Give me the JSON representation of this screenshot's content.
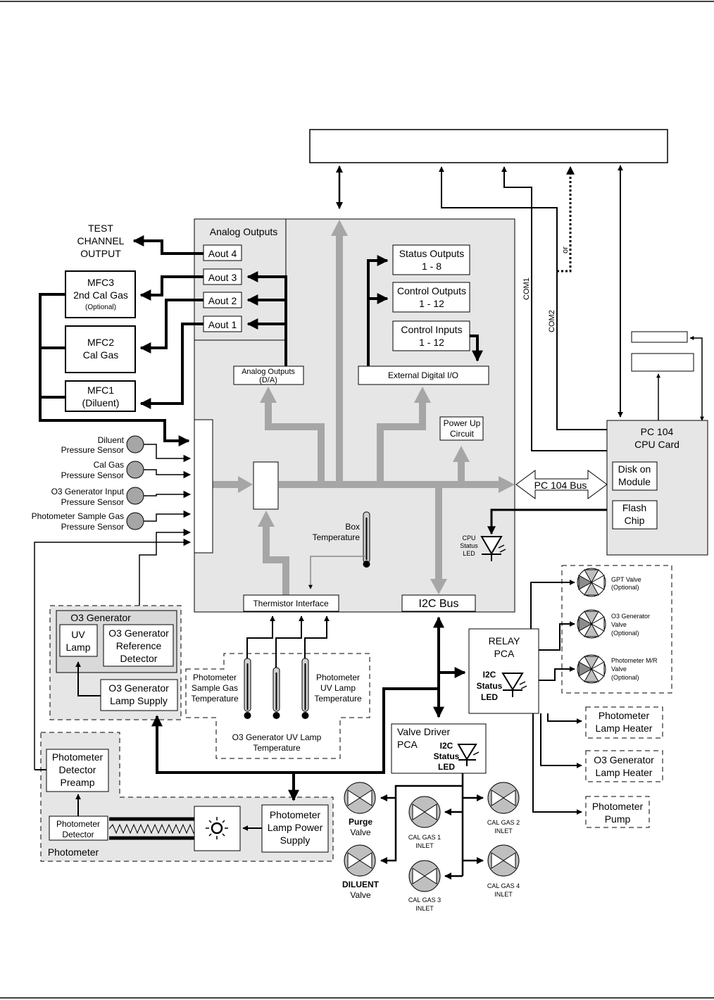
{
  "colors": {
    "bus_gray": "#a6a6a6",
    "panel_gray": "#e6e6e6",
    "box_gray": "#d9d9d9",
    "line": "#000000"
  },
  "top_box": {
    "text": ""
  },
  "outputs": {
    "test_channel": [
      "TEST",
      "CHANNEL",
      "OUTPUT"
    ],
    "mfc3": [
      "MFC3",
      "2nd Cal Gas",
      "(Optional)"
    ],
    "mfc2": [
      "MFC2",
      "Cal Gas"
    ],
    "mfc1": [
      "MFC1",
      "(Diluent)"
    ]
  },
  "analog_outputs": {
    "title": "Analog Outputs",
    "aout4": "Aout 4",
    "aout3": "Aout 3",
    "aout2": "Aout 2",
    "aout1": "Aout 1",
    "da": [
      "Analog Outputs",
      "(D/A)"
    ]
  },
  "digital_io": {
    "status_outputs": [
      "Status Outputs",
      "1 - 8"
    ],
    "control_outputs": [
      "Control Outputs",
      "1 - 12"
    ],
    "control_inputs": [
      "Control Inputs",
      "1 - 12"
    ],
    "external": "External Digital I/O"
  },
  "power_up": [
    "Power Up",
    "Circuit"
  ],
  "sensors": {
    "diluent": [
      "Diluent",
      "Pressure Sensor"
    ],
    "cal_gas": [
      "Cal Gas",
      "Pressure Sensor"
    ],
    "o3_input": [
      "O3 Generator Input",
      "Pressure Sensor"
    ],
    "photometer_sample": [
      "Photometer Sample Gas",
      "Pressure Sensor"
    ]
  },
  "box_temperature": [
    "Box",
    "Temperature"
  ],
  "thermistor_interface": "Thermistor Interface",
  "i2c_bus": "I2C Bus",
  "com": {
    "com1": "COM1",
    "com2": "COM2",
    "or": "or"
  },
  "pc104_card": {
    "title": [
      "PC 104",
      "CPU Card"
    ],
    "disk": [
      "Disk on",
      "Module"
    ],
    "flash": [
      "Flash",
      "Chip"
    ]
  },
  "pc104_bus": "PC 104 Bus",
  "cpu_led": [
    "CPU",
    "Status",
    "LED"
  ],
  "o3_generator": {
    "title": "O3 Generator",
    "uv_lamp": [
      "UV",
      "Lamp"
    ],
    "ref_detector": [
      "O3 Generator",
      "Reference",
      "Detector"
    ],
    "lamp_supply": [
      "O3 Generator",
      "Lamp Supply"
    ]
  },
  "temperatures": {
    "sample_gas": [
      "Photometer",
      "Sample Gas",
      "Temperature"
    ],
    "uv_lamp": [
      "Photometer",
      "UV Lamp",
      "Temperature"
    ],
    "o3_gen": [
      "O3 Generator  UV Lamp",
      "Temperature"
    ]
  },
  "relay_pca": {
    "title": [
      "RELAY",
      "PCA"
    ],
    "led": [
      "I2C",
      "Status",
      "LED"
    ]
  },
  "valves_optional": {
    "gpt": [
      "GPT Valve",
      "(Optional)"
    ],
    "o3_gen": [
      "O3 Generator",
      "Valve",
      "(Optional)"
    ],
    "photometer_mr": [
      "Photometer M/R",
      "Valve",
      "(Optional)"
    ]
  },
  "heaters": {
    "photometer_lamp": [
      "Photometer",
      "Lamp Heater"
    ],
    "o3_lamp": [
      "O3 Generator",
      "Lamp Heater"
    ],
    "photometer_pump": [
      "Photometer",
      "Pump"
    ]
  },
  "valve_driver": {
    "title": [
      "Valve Driver",
      "PCA"
    ],
    "led": [
      "I2C",
      "Status",
      "LED"
    ]
  },
  "photometer": {
    "title": "Photometer",
    "preamp": [
      "Photometer",
      "Detector",
      "Preamp"
    ],
    "detector": [
      "Photometer",
      "Detector"
    ],
    "lamp_power": [
      "Photometer",
      "Lamp Power",
      "Supply"
    ]
  },
  "gas_valves": {
    "purge": [
      "Purge",
      "Valve"
    ],
    "diluent": [
      "DILUENT",
      "Valve"
    ],
    "cal1": [
      "CAL GAS 1",
      "INLET"
    ],
    "cal2": [
      "CAL GAS 2",
      "INLET"
    ],
    "cal3": [
      "CAL GAS 3",
      "INLET"
    ],
    "cal4": [
      "CAL GAS 4",
      "INLET"
    ]
  }
}
